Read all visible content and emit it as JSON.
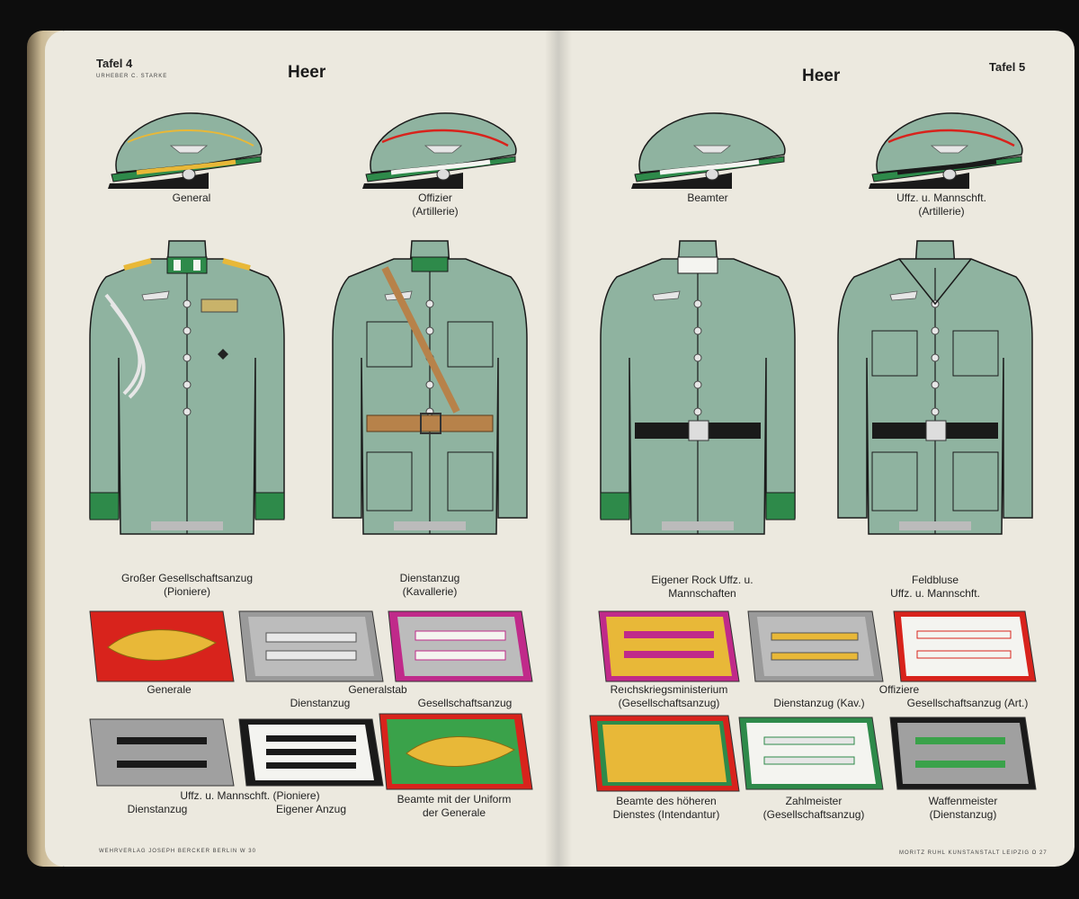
{
  "left_page": {
    "tafel": "Tafel 4",
    "artist_credit": "URHEBER C. STARKE",
    "title": "Heer",
    "cap_labels": {
      "general": "General",
      "offizier": "Offizier",
      "offizier_sub": "(Artillerie)"
    },
    "jacket_labels": {
      "gross": "Großer Gesellschaftsanzug",
      "gross_sub": "(Pioniere)",
      "dienst": "Dienstanzug",
      "dienst_sub": "(Kavallerie)"
    },
    "tab_labels": {
      "generale": "Generale",
      "dienstanzug": "Dienstanzug",
      "generalstab": "Generalstab",
      "gesellschaftsanzug": "Gesellschaftsanzug",
      "uffz": "Uffz. u. Mannschft. (Pioniere)",
      "dienstanzug2": "Dienstanzug",
      "eigener": "Eigener Anzug",
      "beamte": "Beamte mit der Uniform",
      "beamte_sub": "der Generale"
    },
    "publisher": "WEHRVERLAG JOSEPH BERCKER BERLIN W 30"
  },
  "right_page": {
    "tafel": "Tafel 5",
    "title": "Heer",
    "cap_labels": {
      "beamter": "Beamter",
      "uffz": "Uffz. u. Mannschft.",
      "uffz_sub": "(Artillerie)"
    },
    "jacket_labels": {
      "rock": "Eigener Rock Uffz. u.",
      "rock_sub": "Mannschaften",
      "feld": "Feldbluse",
      "feld_sub": "Uffz. u. Mannschft."
    },
    "tab_labels": {
      "reichs": "Reıchskriegsministerium",
      "reichs_sub": "(Gesellschaftsanzug)",
      "dienst_kav": "Dienstanzug  (Kav.)",
      "offiziere": "Offiziere",
      "gesell_art": "Gesellschaftsanzug (Art.)",
      "beamte_hoeh": "Beamte des höheren",
      "beamte_hoeh_sub": "Dienstes (Intendantur)",
      "zahl": "Zahlmeister",
      "zahl_sub": "(Gesellschaftsanzug)",
      "waffen": "Waffenmeister",
      "waffen_sub": "(Dienstanzug)"
    },
    "printer": "MORITZ RUHL KUNSTANSTALT LEIPZIG O 27"
  },
  "colors": {
    "paper": "#ece9df",
    "field_grey": "#8fb3a0",
    "collar_green": "#2e8a4a",
    "red": "#d8231c",
    "magenta": "#c02a8a",
    "gold": "#e8b838",
    "belt_brown": "#b7824a",
    "white": "#f4f4f0"
  }
}
